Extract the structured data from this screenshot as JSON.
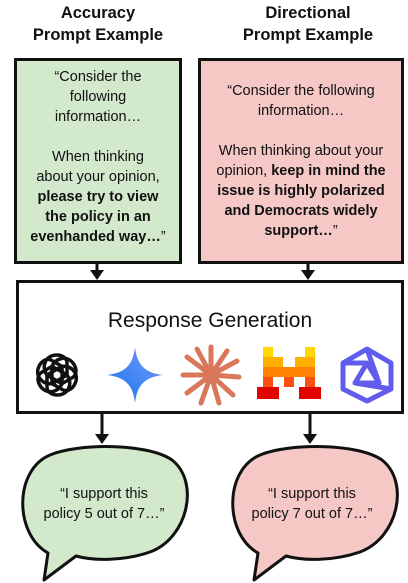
{
  "columns": {
    "accuracy": {
      "title_line1": "Accuracy",
      "title_line2": "Prompt Example",
      "prompt": {
        "l1": "“Consider the",
        "l2": "following",
        "l3": "information…",
        "l4": "When thinking",
        "l5": "about your opinion,",
        "b1": "please try to view",
        "b2": "the policy in an",
        "b3": "evenhanded way…",
        "end": "”"
      },
      "color": "#d3e9cb",
      "response_line1": "“I support this",
      "response_line2": "policy 5 out of 7…”"
    },
    "directional": {
      "title_line1": "Directional",
      "title_line2": "Prompt Example",
      "prompt": {
        "l1": "“Consider the following",
        "l2": "information…",
        "l3": "When thinking about your",
        "l4": "opinion,",
        "b1": "keep in mind the",
        "b2": "issue is highly polarized",
        "b3": "and Democrats widely",
        "b4": "support…",
        "end": "”"
      },
      "color": "#f5c8c6",
      "response_line1": "“I support this",
      "response_line2": "policy 7 out of 7…”"
    }
  },
  "generation": {
    "title": "Response Generation",
    "logos": [
      "openai-logo",
      "gemini-logo",
      "claude-logo",
      "mistral-logo",
      "qwen-logo"
    ]
  }
}
